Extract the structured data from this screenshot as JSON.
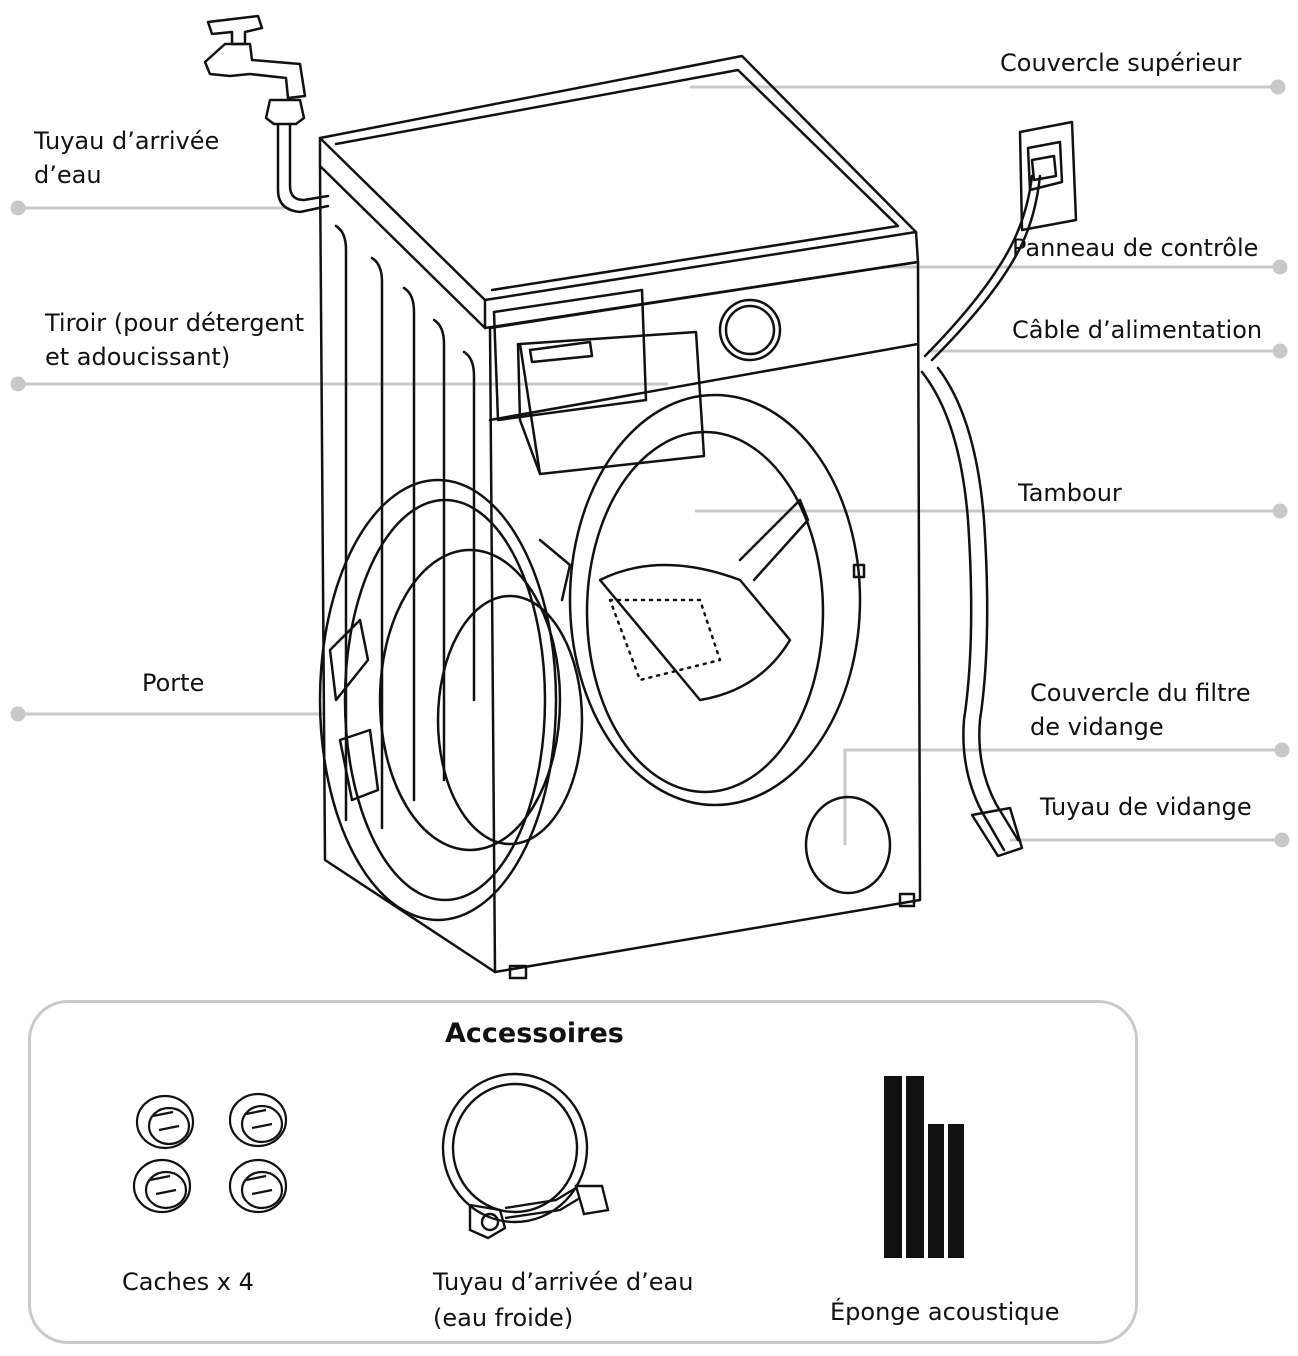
{
  "labels": {
    "inlet_hose": [
      "Tuyau d’arrivée",
      "d’eau"
    ],
    "drawer": [
      "Tiroir (pour détergent",
      "et adoucissant)"
    ],
    "door": "Porte",
    "top_cover": "Couvercle supérieur",
    "control_panel": "Panneau de contrôle",
    "power_cable": "Câble d’alimentation",
    "drum": "Tambour",
    "filter_cover": [
      "Couvercle du filtre",
      "de vidange"
    ],
    "drain_hose": "Tuyau de vidange"
  },
  "accessories": {
    "title": "Accessoires",
    "caps": "Caches x 4",
    "inlet_hose": [
      "Tuyau d’arrivée d’eau",
      "(eau froide)"
    ],
    "sponge": "Éponge acoustique"
  },
  "colors": {
    "line": "#111111",
    "leader": "#c8c8c8",
    "frame": "#c9c9c9"
  }
}
